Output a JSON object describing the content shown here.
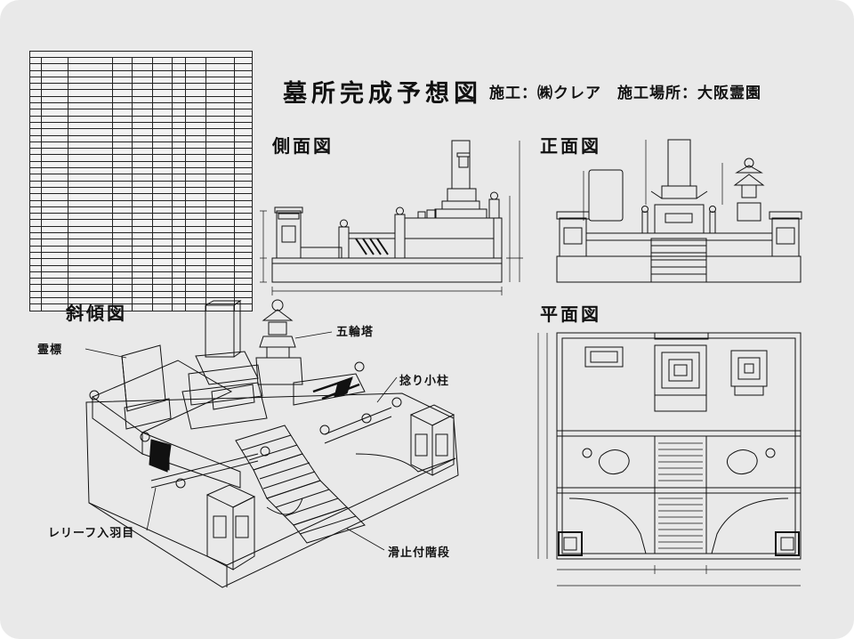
{
  "title": "墓所完成予想図",
  "contractor_line": "施工：㈱クレア　施工場所：大阪霊園",
  "views": {
    "side": "側面図",
    "front": "正面図",
    "isometric": "斜傾図",
    "plan": "平面図"
  },
  "callouts": {
    "reihyo": "霊標",
    "gorinto": "五輪塔",
    "nejiri": "捻り小柱",
    "relief": "レリーフ入羽目",
    "steps": "滑止付階段"
  },
  "colors": {
    "paper": "#e9e9e9",
    "ink": "#111111"
  }
}
